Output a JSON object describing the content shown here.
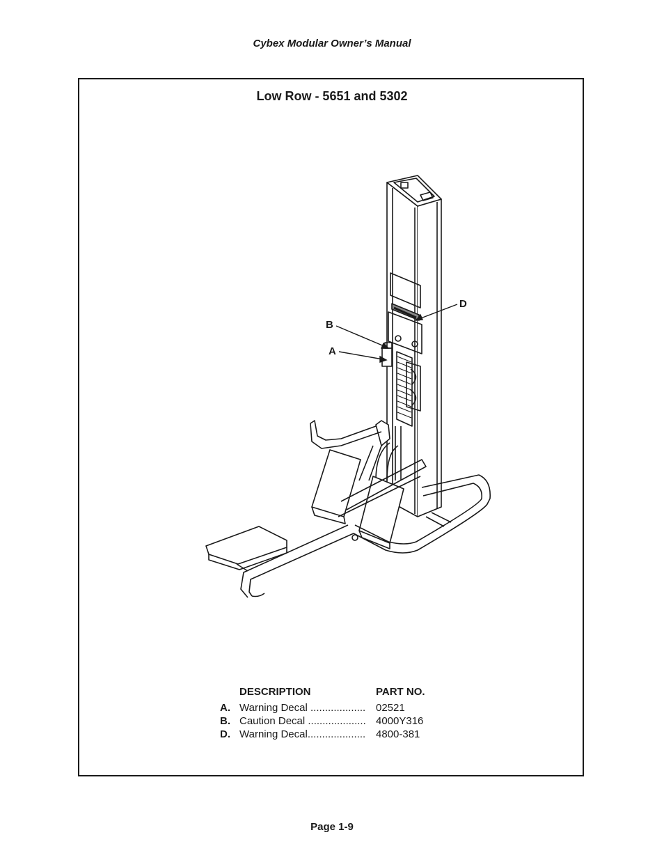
{
  "header": {
    "title": "Cybex Modular Owner’s Manual"
  },
  "figure": {
    "title": "Low Row - 5651 and 5302",
    "callouts": {
      "a": "A",
      "b": "B",
      "d": "D"
    }
  },
  "parts_table": {
    "headers": {
      "description": "DESCRIPTION",
      "part_no": "PART NO."
    },
    "rows": [
      {
        "letter": "A.",
        "description": "Warning Decal",
        "leader": " ...................",
        "part_no": "02521"
      },
      {
        "letter": "B.",
        "description": "Caution Decal",
        "leader": " ....................",
        "part_no": "4000Y316"
      },
      {
        "letter": "D.",
        "description": "Warning Decal",
        "leader": "....................",
        "part_no": "4800-381"
      }
    ]
  },
  "footer": {
    "page": "Page 1-9"
  }
}
